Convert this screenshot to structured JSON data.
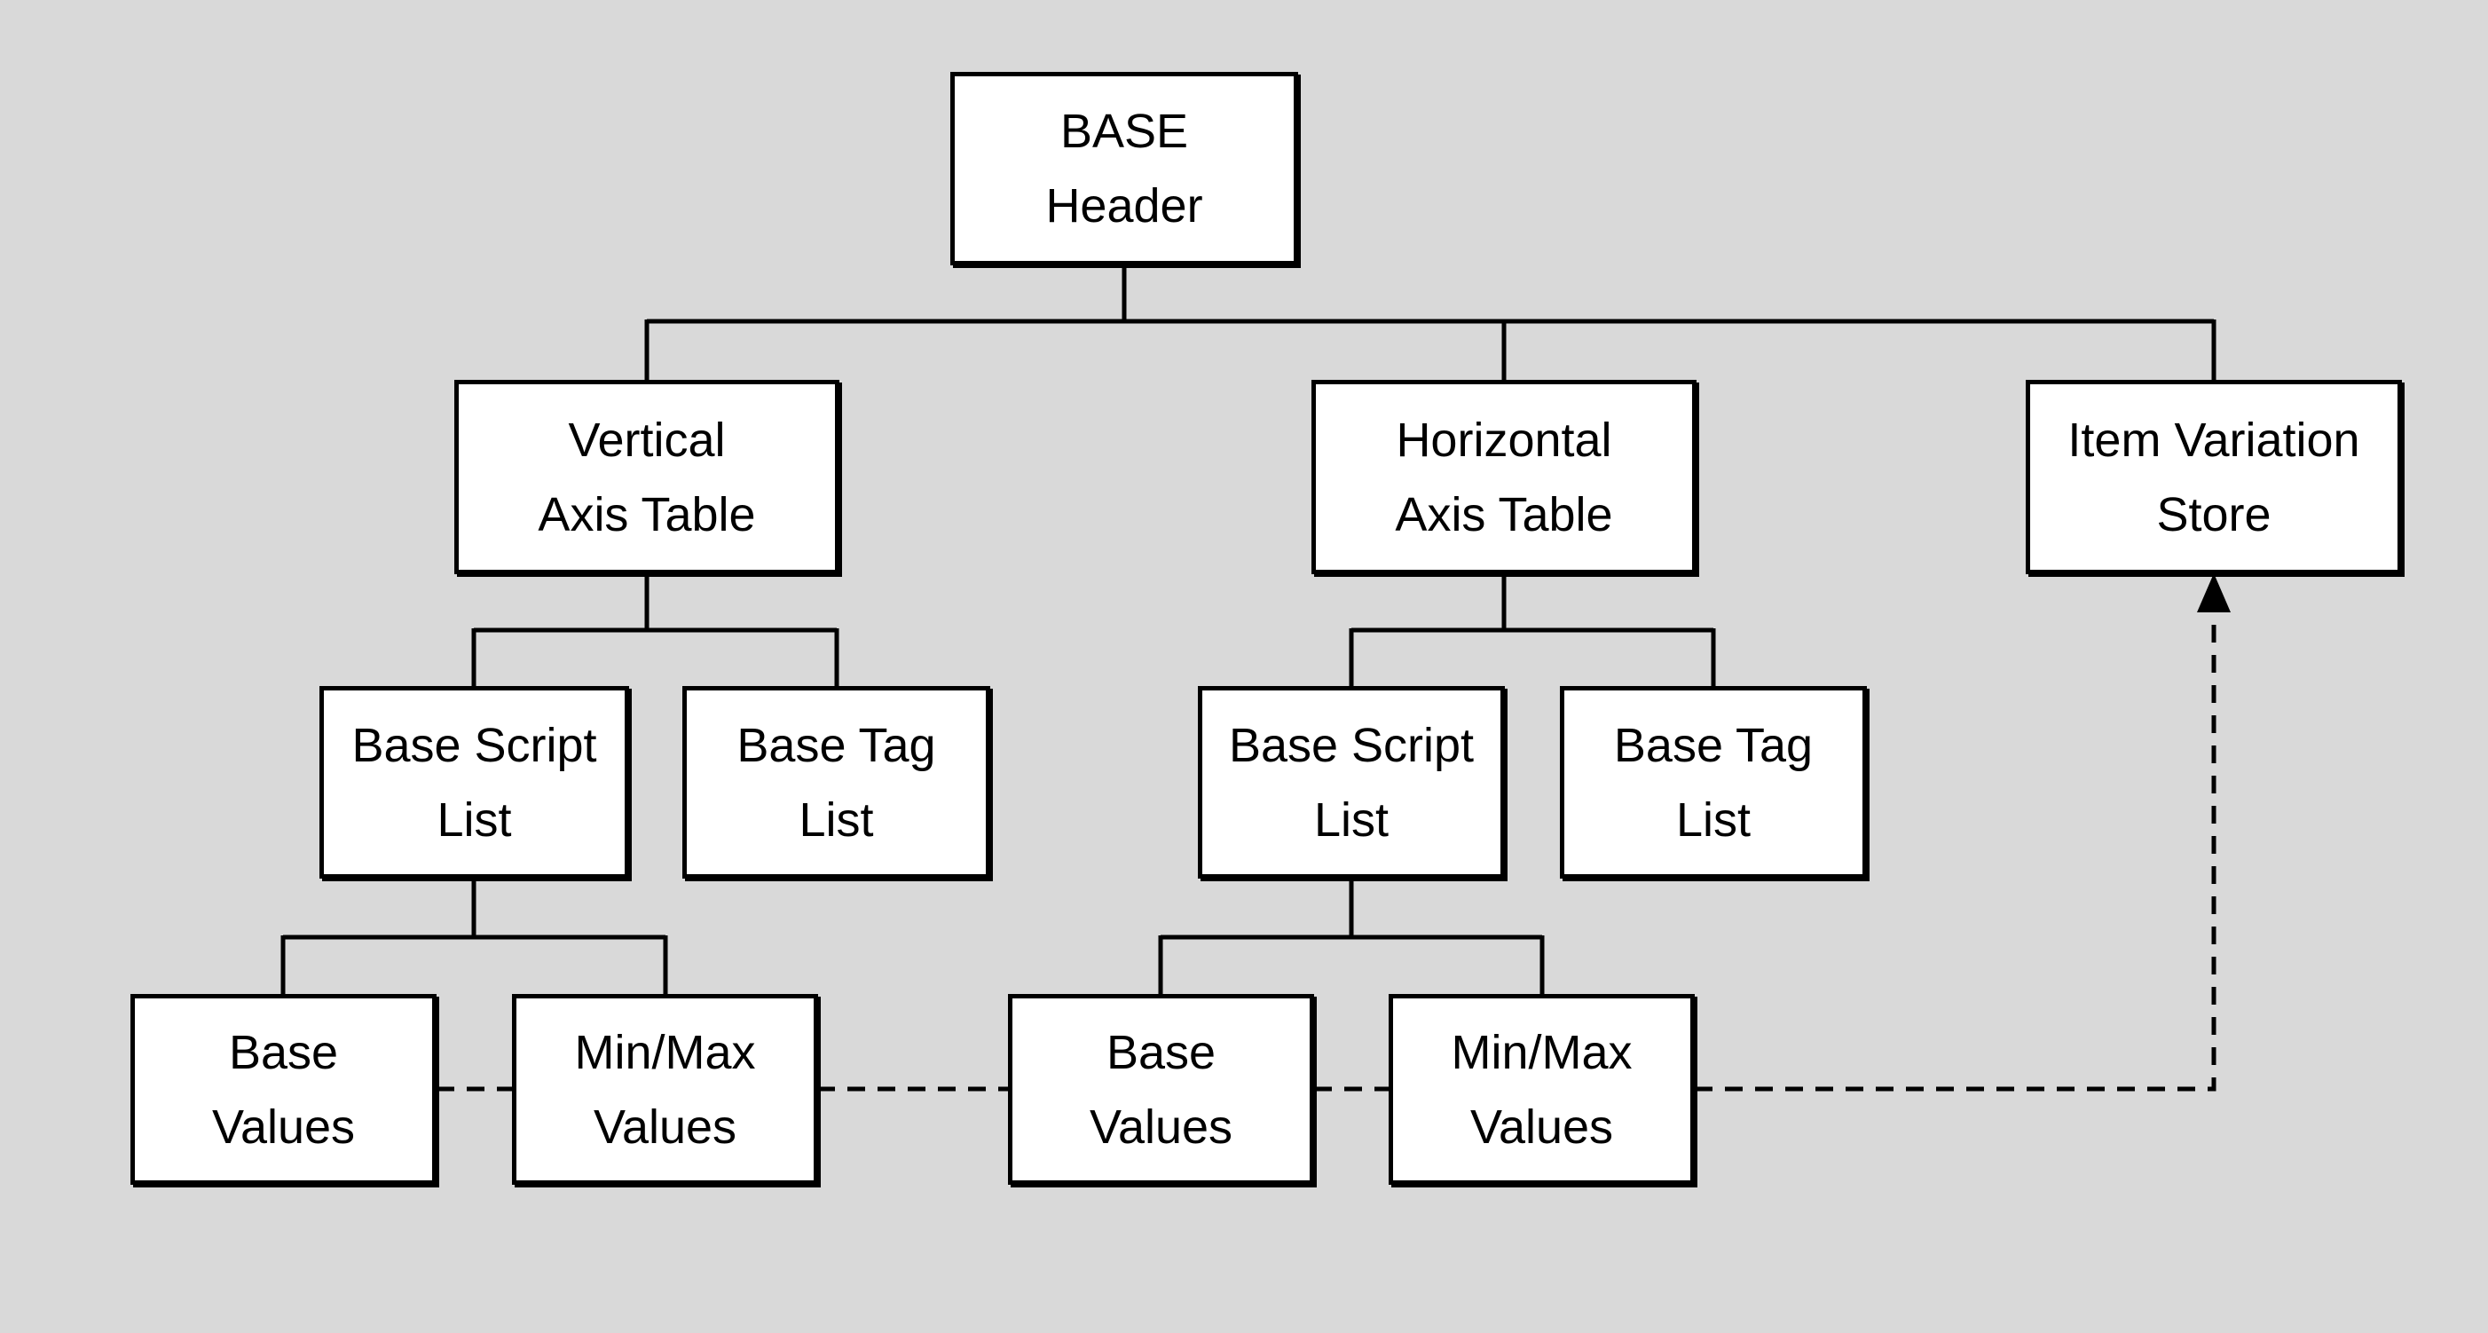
{
  "diagram": {
    "type": "tree",
    "colors": {
      "background": "#d9d9d9",
      "node_fill": "#ffffff",
      "node_border": "#000000",
      "connector": "#000000",
      "text": "#000000"
    },
    "nodes": {
      "base_header": {
        "label": "BASE\nHeader"
      },
      "vertical_axis_table": {
        "label": "Vertical\nAxis Table"
      },
      "horizontal_axis_table": {
        "label": "Horizontal\nAxis Table"
      },
      "item_variation_store": {
        "label": "Item Variation\nStore"
      },
      "base_script_list_vertical": {
        "label": "Base Script\nList"
      },
      "base_tag_list_vertical": {
        "label": "Base Tag\nList"
      },
      "base_script_list_horizontal": {
        "label": "Base Script\nList"
      },
      "base_tag_list_horizontal": {
        "label": "Base Tag\nList"
      },
      "base_values_vertical": {
        "label": "Base\nValues"
      },
      "minmax_values_vertical": {
        "label": "Min/Max\nValues"
      },
      "base_values_horizontal": {
        "label": "Base\nValues"
      },
      "minmax_values_horizontal": {
        "label": "Min/Max\nValues"
      }
    },
    "edges": {
      "solid": [
        {
          "from": "base_header",
          "to": "vertical_axis_table"
        },
        {
          "from": "base_header",
          "to": "horizontal_axis_table"
        },
        {
          "from": "base_header",
          "to": "item_variation_store"
        },
        {
          "from": "vertical_axis_table",
          "to": "base_script_list_vertical"
        },
        {
          "from": "vertical_axis_table",
          "to": "base_tag_list_vertical"
        },
        {
          "from": "horizontal_axis_table",
          "to": "base_script_list_horizontal"
        },
        {
          "from": "horizontal_axis_table",
          "to": "base_tag_list_horizontal"
        },
        {
          "from": "base_script_list_vertical",
          "to": "base_values_vertical"
        },
        {
          "from": "base_script_list_vertical",
          "to": "minmax_values_vertical"
        },
        {
          "from": "base_script_list_horizontal",
          "to": "base_values_horizontal"
        },
        {
          "from": "base_script_list_horizontal",
          "to": "minmax_values_horizontal"
        }
      ],
      "dashed": [
        {
          "from": "base_values_vertical",
          "to": "minmax_values_vertical"
        },
        {
          "from": "minmax_values_vertical",
          "to": "base_values_horizontal"
        },
        {
          "from": "base_values_horizontal",
          "to": "minmax_values_horizontal"
        },
        {
          "from": "minmax_values_horizontal",
          "to": "item_variation_store",
          "arrowhead": "filled-triangle-up"
        }
      ]
    }
  }
}
